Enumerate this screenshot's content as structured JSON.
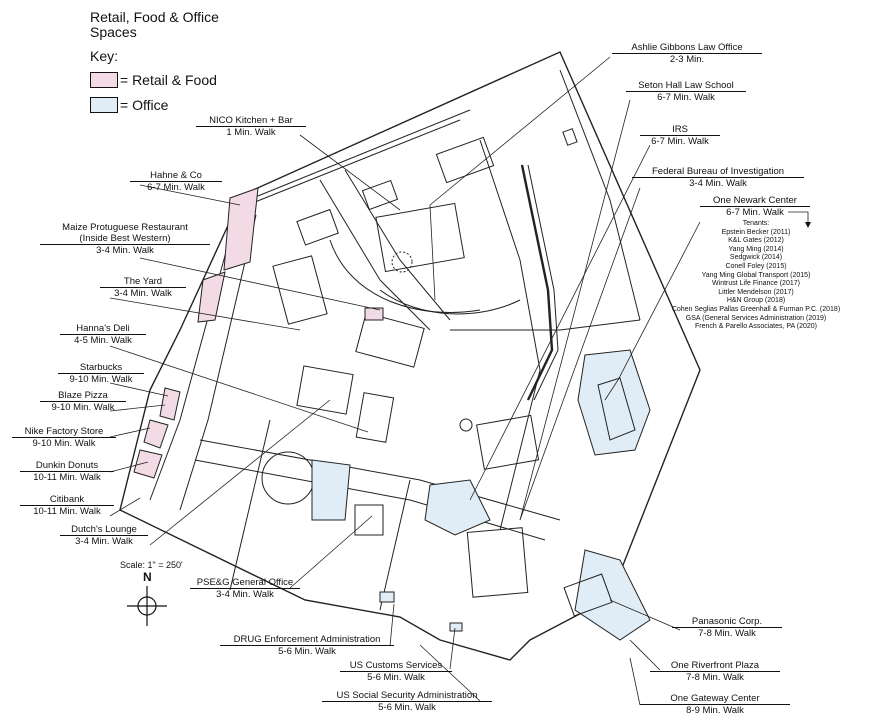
{
  "title": {
    "line1": "Retail, Food & Office",
    "line2": "Spaces"
  },
  "key": {
    "heading": "Key:",
    "retail_label": "= Retail & Food",
    "office_label": "= Office",
    "retail_color": "#f3dbe6",
    "office_color": "#e1edf6"
  },
  "scale": "Scale: 1\" = 250'",
  "north": "N",
  "labels": {
    "nico": {
      "name": "NICO Kitchen + Bar",
      "sub": "1 Min. Walk"
    },
    "hahne": {
      "name": "Hahne & Co",
      "sub": "6-7 Min. Walk"
    },
    "maize": {
      "name": "Maize Protuguese Restaurant",
      "name2": "(Inside Best Western)",
      "sub": "3-4 Min. Walk"
    },
    "yard": {
      "name": "The Yard",
      "sub": "3-4 Min. Walk"
    },
    "hannas": {
      "name": "Hanna's Deli",
      "sub": "4-5 Min. Walk"
    },
    "starbucks": {
      "name": "Starbucks",
      "sub": "9-10 Min. Walk"
    },
    "blaze": {
      "name": "Blaze Pizza",
      "sub": "9-10 Min. Walk"
    },
    "nike": {
      "name": "Nike Factory Store",
      "sub": "9-10 Min. Walk"
    },
    "dunkin": {
      "name": "Dunkin Donuts",
      "sub": "10-11 Min. Walk"
    },
    "citibank": {
      "name": "Citibank",
      "sub": "10-11 Min. Walk"
    },
    "dutchs": {
      "name": "Dutch's Lounge",
      "sub": "3-4 Min. Walk"
    },
    "pseg": {
      "name": "PSE&G General Office",
      "sub": "3-4  Min. Walk"
    },
    "drug": {
      "name": "DRUG Enforcement Administration",
      "sub": "5-6 Min. Walk"
    },
    "customs": {
      "name": "US Customs Services",
      "sub": "5-6 Min. Walk"
    },
    "ssa": {
      "name": "US Social Security Administration",
      "sub": "5-6 Min. Walk"
    },
    "ashlie": {
      "name": "Ashlie Gibbons Law Office",
      "sub": "2-3 Min."
    },
    "seton": {
      "name": "Seton Hall Law School",
      "sub": "6-7 Min. Walk"
    },
    "irs": {
      "name": "IRS",
      "sub": "6-7 Min. Walk"
    },
    "fbi": {
      "name": "Federal Bureau of Investigation",
      "sub": "3-4 Min. Walk"
    },
    "onenewark": {
      "name": "One Newark Center",
      "sub": "6-7 Min. Walk"
    },
    "panasonic": {
      "name": "Panasonic Corp.",
      "sub": "7-8 Min. Walk"
    },
    "riverfront": {
      "name": "One Riverfront Plaza",
      "sub": "7-8 Min. Walk"
    },
    "gateway": {
      "name": "One Gateway Center",
      "sub": "8-9 Min. Walk"
    }
  },
  "tenants": {
    "heading": "Tenants:",
    "items": [
      "Epstein Becker (2011)",
      "K&L Gates (2012)",
      "Yang Ming (2014)",
      "Sedgwick (2014)",
      "Conell Foley (2015)",
      "Yang Ming Global Transport (2015)",
      "Wintrust Life Finance (2017)",
      "Littler Mendelson (2017)",
      "H&N Group (2018)",
      "Cohen Seglias Pallas Greenhall & Furman P.C. (2018)",
      "GSA (General Services Administration (2019)",
      "French & Parello Associates, PA (2020)"
    ]
  }
}
